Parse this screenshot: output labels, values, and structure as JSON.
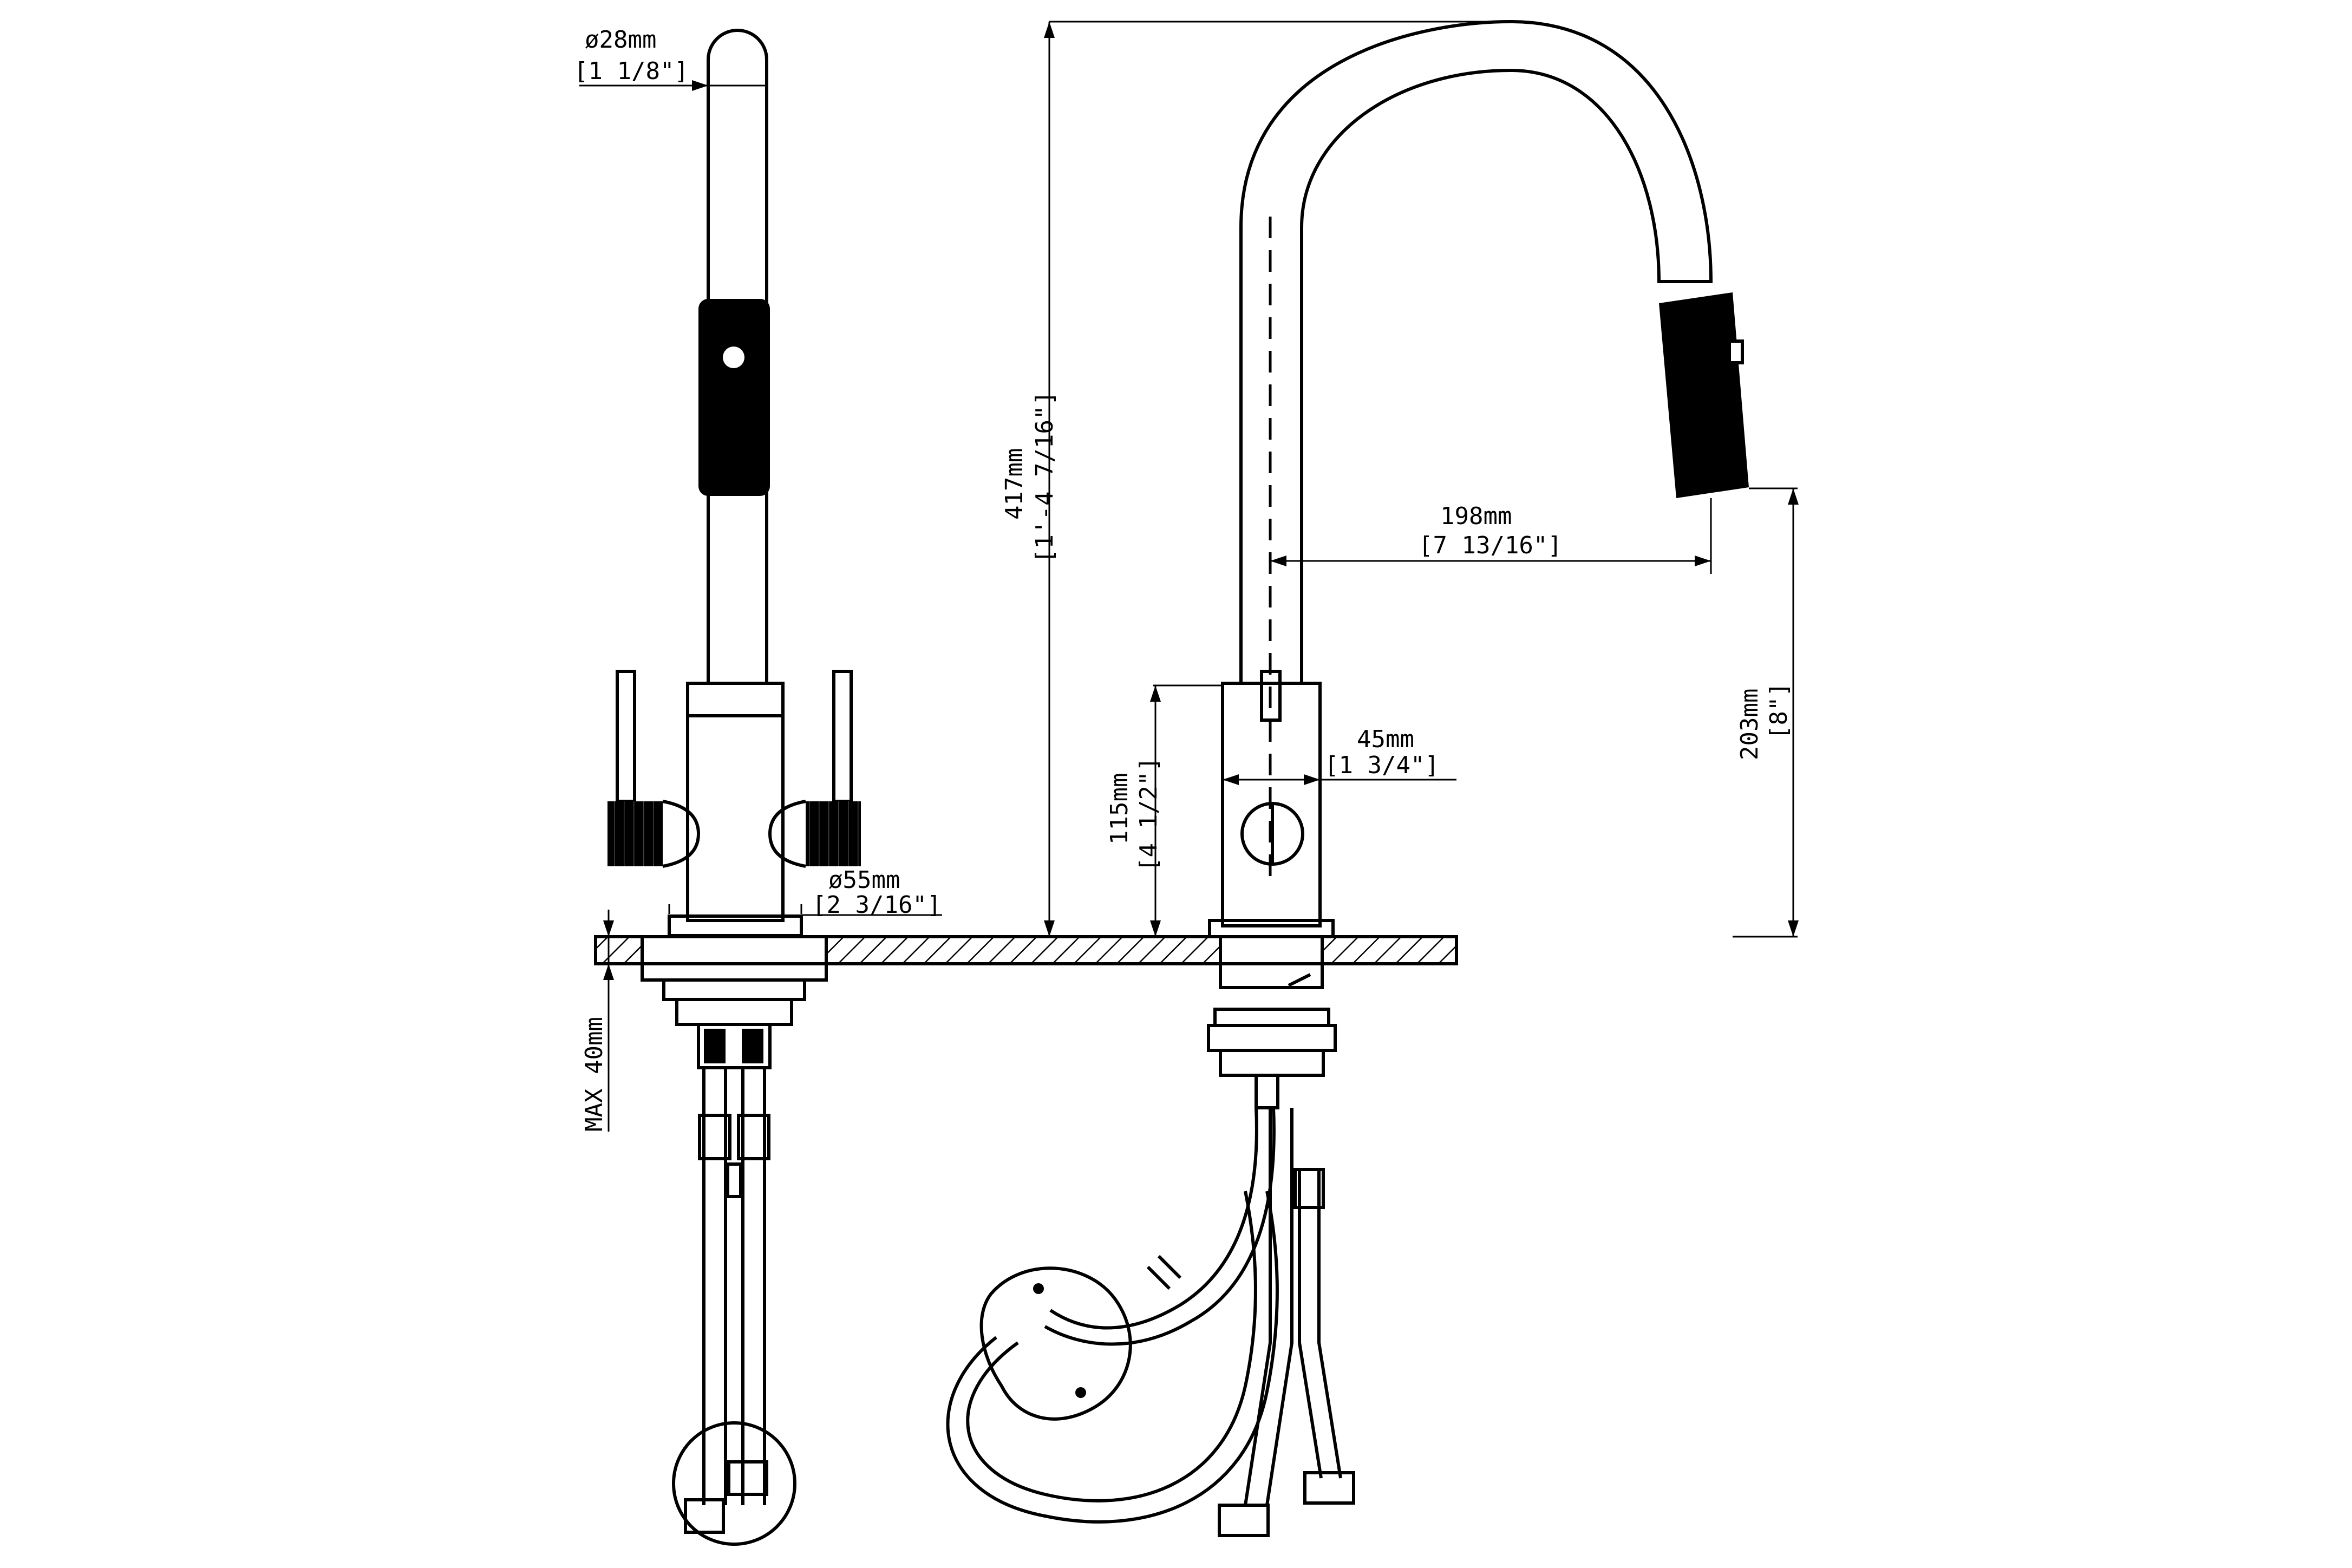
{
  "dimensions": {
    "spray_diameter_mm": "ø28mm",
    "spray_diameter_in": "[1 1/8\"]",
    "base_diameter_mm": "ø55mm",
    "base_diameter_in": "[2 3/16\"]",
    "deck_max_mm": "MAX 40mm",
    "total_height_mm": "417mm",
    "total_height_in": "[1'-4 7/16\"]",
    "reach_mm": "198mm",
    "reach_in": "[7 13/16\"]",
    "body_width_mm": "45mm",
    "body_width_in": "[1 3/4\"]",
    "handle_height_mm": "115mm",
    "handle_height_in": "[4 1/2\"]",
    "spout_height_mm": "203mm",
    "spout_height_in": "[8\"]"
  }
}
